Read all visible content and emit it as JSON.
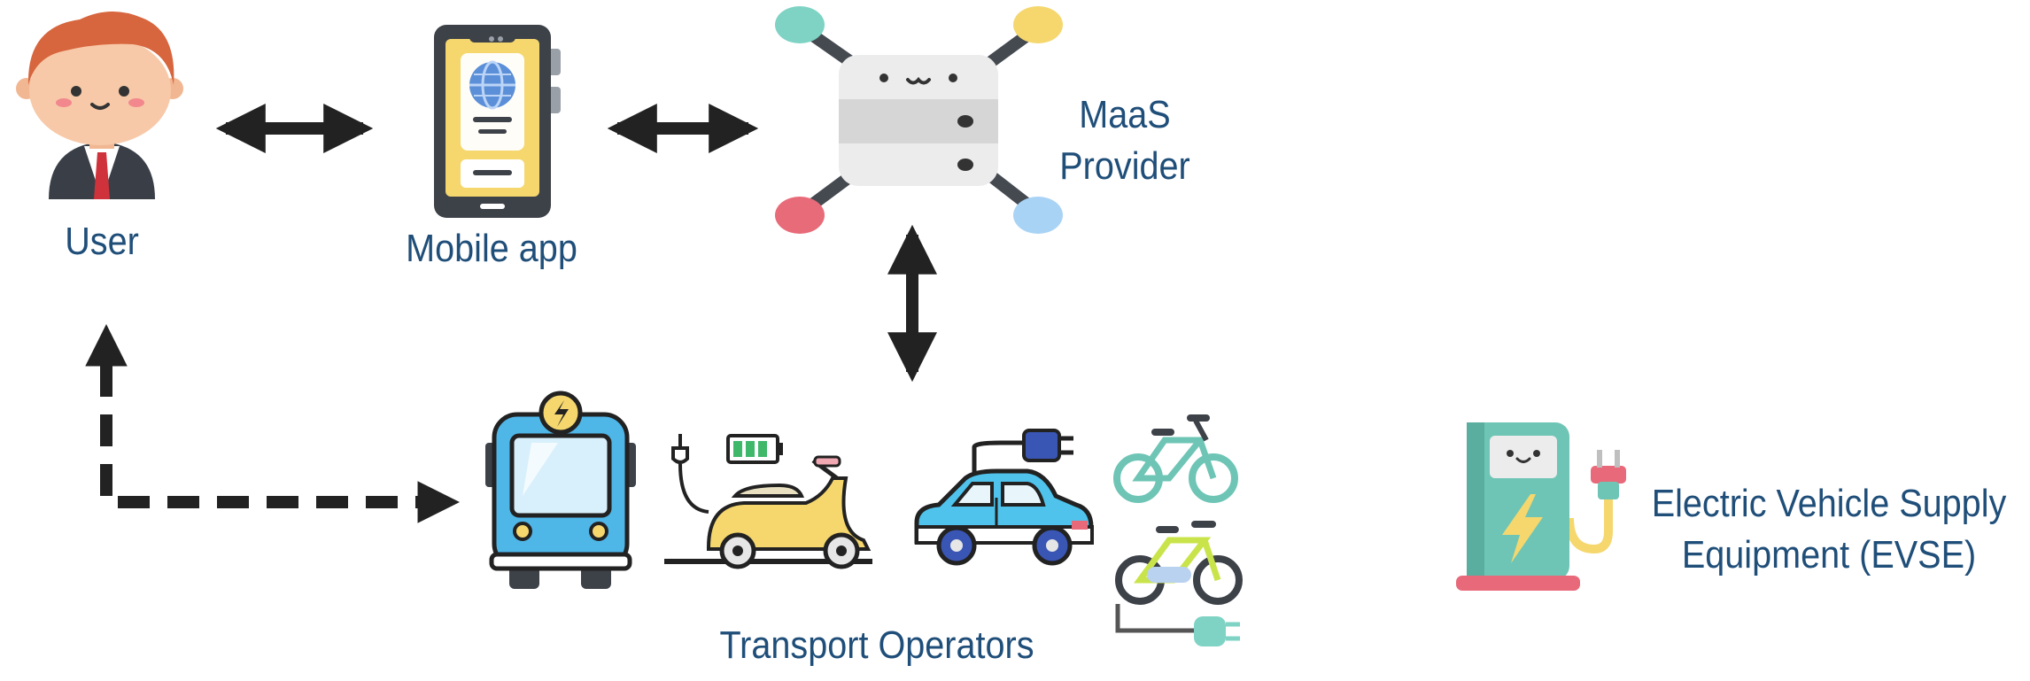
{
  "nodes": {
    "user": {
      "label": "User",
      "icon": "user-avatar-icon"
    },
    "mobile_app": {
      "label": "Mobile app",
      "icon": "smartphone-icon"
    },
    "maas_provider": {
      "label_line1": "MaaS",
      "label_line2": "Provider",
      "icon": "server-hub-icon"
    },
    "transport_operators": {
      "label": "Transport Operators",
      "icons": [
        "electric-bus-icon",
        "electric-scooter-icon",
        "electric-car-icon",
        "bicycle-icon",
        "electric-bicycle-icon"
      ]
    },
    "evse": {
      "label_line1": "Electric Vehicle Supply",
      "label_line2": "Equipment (EVSE)",
      "icon": "ev-charger-icon"
    }
  },
  "colors": {
    "label_text": "#1f4e79",
    "arrow": "#222222",
    "skin": "#f7c9a8",
    "hair": "#d7653d",
    "bus_blue": "#4fb6e8",
    "scooter_yellow": "#f7d66f",
    "charger_teal": "#6ec5b5",
    "charger_base": "#e8697a"
  }
}
